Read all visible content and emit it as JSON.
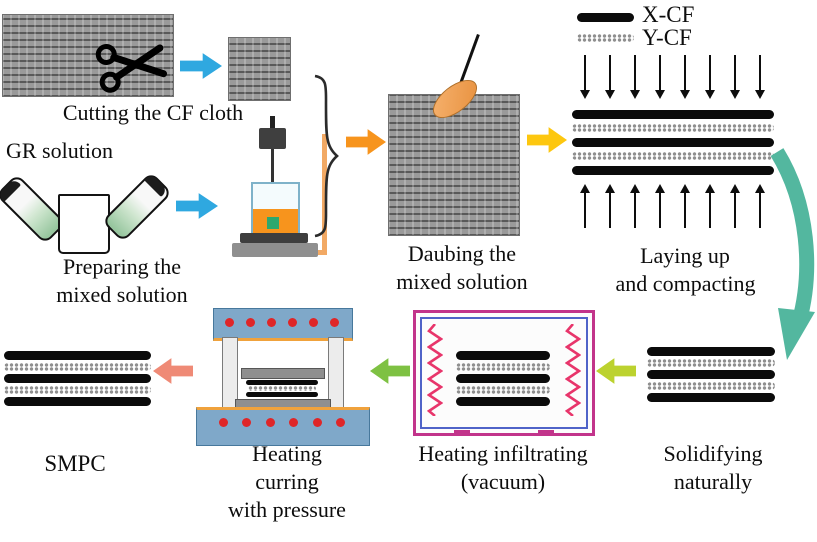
{
  "legend": {
    "x_cf_label": "X-CF",
    "y_cf_label": "Y-CF"
  },
  "labels": {
    "cutting": "Cutting the CF cloth",
    "gr_solution": "GR solution",
    "preparing_1": "Preparing the",
    "preparing_2": "mixed solution",
    "daubing_1": "Daubing the",
    "daubing_2": "mixed solution",
    "laying_1": "Laying up",
    "laying_2": "and compacting",
    "solidifying_1": "Solidifying",
    "solidifying_2": "naturally",
    "infiltrating_1": "Heating infiltrating",
    "infiltrating_2": "(vacuum)",
    "curing_1": "Heating",
    "curing_2": "curring",
    "curing_3": "with pressure",
    "smpc": "SMPC"
  },
  "colors": {
    "arrow_blue": "#2fa8e0",
    "arrow_orange": "#f7941d",
    "arrow_yellow": "#fdc70f",
    "arrow_yellow_green": "#bcd22f",
    "arrow_green": "#7ec143",
    "arrow_salmon": "#ef8a76",
    "curve_arrow_teal": "#53b79f",
    "heater_dot_red": "#df2628",
    "coil_pink": "#e8356b",
    "oven_border_magenta": "#c2348b",
    "oven_inner_blue": "#4f63c8",
    "press_body_blue": "#7fa8c9"
  }
}
